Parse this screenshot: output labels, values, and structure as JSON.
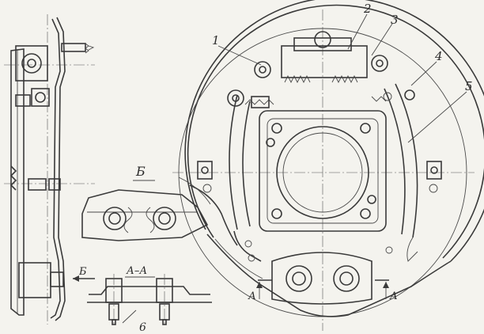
{
  "callouts": {
    "c1": "1",
    "c2": "2",
    "c3": "3",
    "c4": "4",
    "c5": "5",
    "c6": "6"
  },
  "views": {
    "detail_letter": "Б",
    "arrow_letter": "Б",
    "section_label": "А–А",
    "cut_left": "А",
    "cut_right": "А"
  }
}
